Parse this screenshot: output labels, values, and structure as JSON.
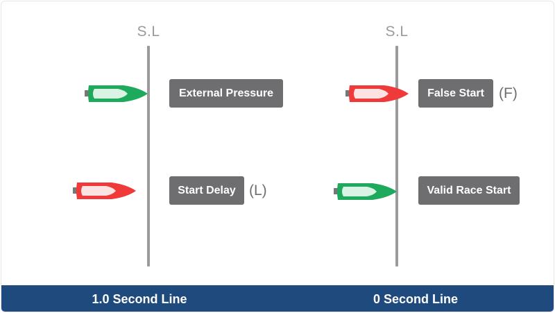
{
  "colors": {
    "accent_footer": "#1f4a7d",
    "tag_background": "#6e6e70",
    "start_line": "#9b9b9b",
    "boat_green": "#1eaa5c",
    "boat_red": "#f03a3a"
  },
  "panels": [
    {
      "start_line_label": "S.L",
      "footer_label": "1.0 Second Line",
      "rows": [
        {
          "boat_color": "green",
          "boat_icon": "boat-icon",
          "tag": "External Pressure",
          "code": ""
        },
        {
          "boat_color": "red",
          "boat_icon": "boat-icon",
          "tag": "Start Delay",
          "code": "(L)"
        }
      ]
    },
    {
      "start_line_label": "S.L",
      "footer_label": "0 Second Line",
      "rows": [
        {
          "boat_color": "red",
          "boat_icon": "boat-icon",
          "tag": "False Start",
          "code": "(F)"
        },
        {
          "boat_color": "green",
          "boat_icon": "boat-icon",
          "tag": "Valid Race Start",
          "code": ""
        }
      ]
    }
  ]
}
